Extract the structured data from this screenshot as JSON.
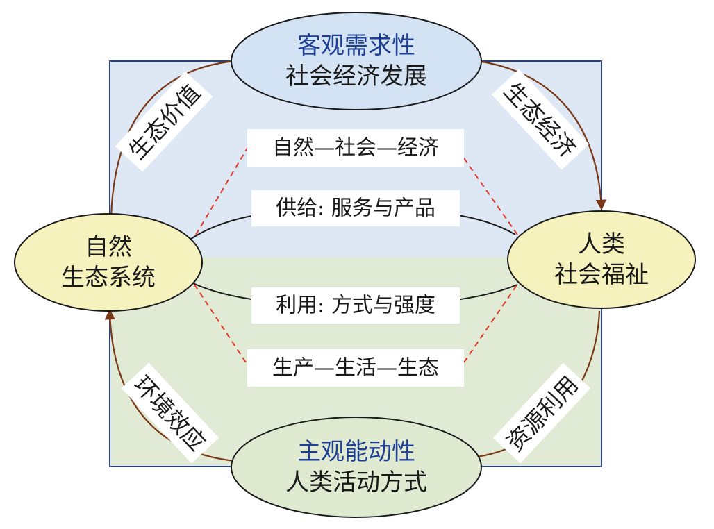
{
  "colors": {
    "upper_bg": "#dde8f4",
    "lower_bg": "#e0ead4",
    "frame": "#24408f",
    "ellipse_top_fill": "#d3e3f3",
    "ellipse_side_fill": "#f5f2be",
    "ellipse_bottom_fill": "#dfead1",
    "cycle_arrow": "#7a3816",
    "dashed_line": "#e23a2a",
    "emphasis_text": "#1f3f93"
  },
  "nodes": {
    "top": {
      "title": "客观需求性",
      "subtitle": "社会经济发展"
    },
    "left": {
      "line1": "自然",
      "line2": "生态系统"
    },
    "right": {
      "line1": "人类",
      "line2": "社会福祉"
    },
    "bottom": {
      "title": "主观能动性",
      "subtitle": "人类活动方式"
    }
  },
  "flows": {
    "top_left": "生态价值",
    "top_right": "生态经济",
    "bottom_right": "资源利用",
    "bottom_left": "环境效应"
  },
  "links": {
    "upper_dashed": "自然—社会—经济",
    "upper_solid": "供给: 服务与产品",
    "lower_solid": "利用: 方式与强度",
    "lower_dashed": "生产—生活—生态"
  }
}
